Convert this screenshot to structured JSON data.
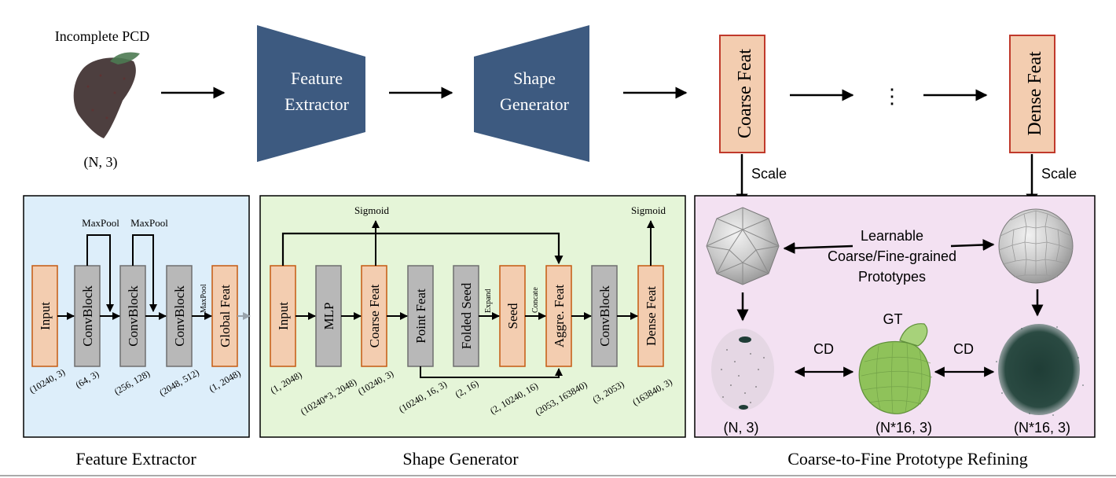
{
  "top": {
    "incomplete_label": "Incomplete PCD",
    "input_shape": "(N, 3)",
    "feature_extractor": [
      "Feature",
      "Extractor"
    ],
    "shape_generator": [
      "Shape",
      "Generator"
    ],
    "coarse_feat": "Coarse Feat",
    "ellipsis": "⋮",
    "dense_feat": "Dense Feat",
    "scale_left": "Scale",
    "scale_right": "Scale"
  },
  "fe_panel": {
    "blocks": [
      "Input",
      "ConvBlock",
      "ConvBlock",
      "ConvBlock",
      "Global Feat"
    ],
    "maxpool_labels": [
      "MaxPool",
      "MaxPool"
    ],
    "maxpool_small": "MaxPool",
    "dims": [
      "(10240, 3)",
      "(64, 3)",
      "(256, 128)",
      "(2048, 512)",
      "(1, 2048)"
    ],
    "caption": "Feature Extractor"
  },
  "sg_panel": {
    "blocks": [
      "Input",
      "MLP",
      "Coarse Feat",
      "Point Feat",
      "Folded Seed",
      "Seed",
      "Aggre. Feat",
      "ConvBlock",
      "Dense Feat"
    ],
    "sigmoid_left": "Sigmoid",
    "sigmoid_right": "Sigmoid",
    "expand": "Expand",
    "concate": "Concate",
    "dims": [
      "(1, 2048)",
      "(10240*3, 2048)",
      "(10240, 3)",
      "(10240, 16, 3)",
      "(2, 16)",
      "(2, 10240, 16)",
      "(2053, 163840)",
      "(3, 2053)",
      "(163840, 3)"
    ],
    "caption": "Shape Generator"
  },
  "proto_panel": {
    "learnable": [
      "Learnable",
      "Coarse/Fine-grained",
      "Prototypes"
    ],
    "gt": "GT",
    "cd_left": "CD",
    "cd_right": "CD",
    "dims": [
      "(N, 3)",
      "(N*16, 3)",
      "(N*16, 3)"
    ],
    "caption": "Coarse-to-Fine Prototype Refining"
  },
  "colors": {
    "trapezoid": "#3d5a80",
    "orange_fill": "#f3cdb0",
    "orange_border": "#c0392b",
    "gray_fill": "#b8b8b8",
    "gray_border": "#6f6f6f",
    "blue_panel": "#ddeefa",
    "green_panel": "#e5f5d8",
    "purple_panel": "#f3e1f2"
  }
}
